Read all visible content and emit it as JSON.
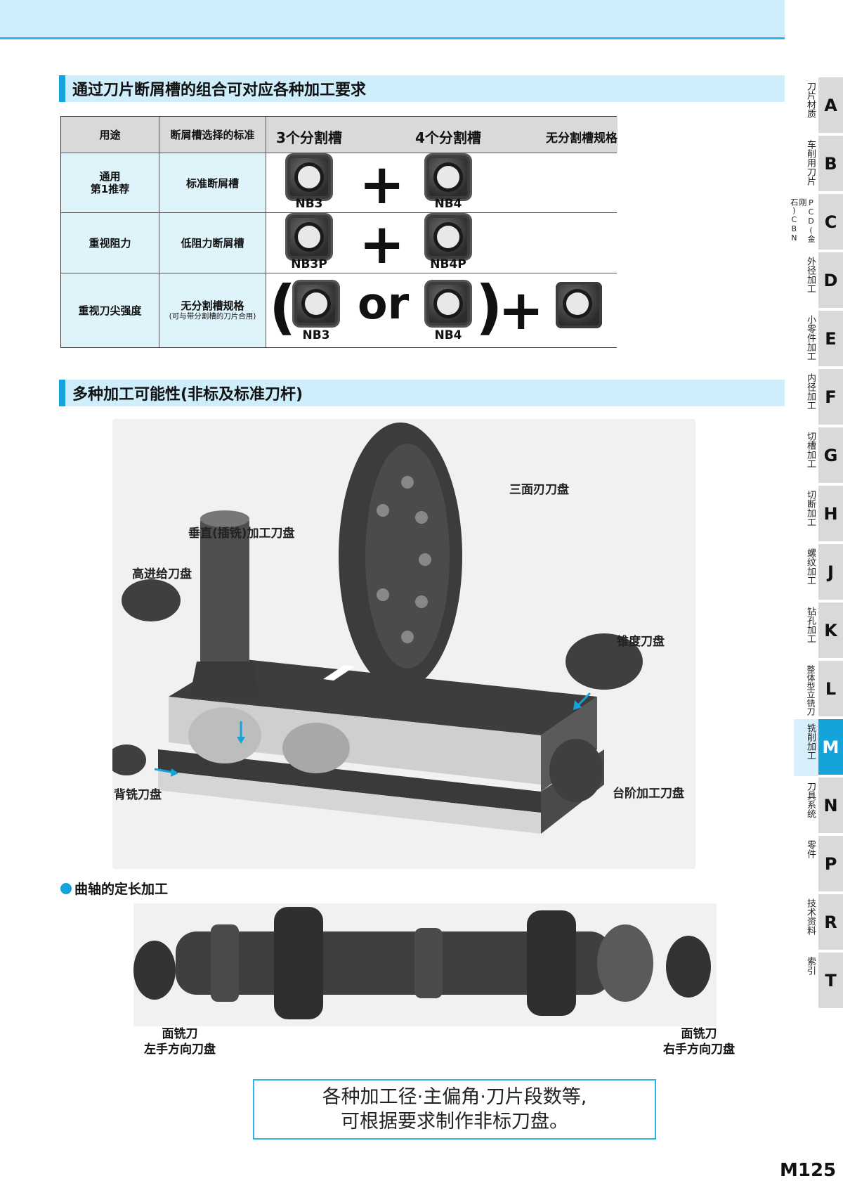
{
  "section1": {
    "title": "通过刀片断屑槽的组合可对应各种加工要求"
  },
  "table": {
    "headers": {
      "use": "用途",
      "criteria": "断屑槽选择的标准",
      "three_split": "3个分割槽",
      "four_split": "4个分割槽",
      "no_split": "无分割槽规格"
    },
    "rows": [
      {
        "use_line1": "通用",
        "use_line2": "第1推荐",
        "criteria": "标准断屑槽",
        "chip_a": "NB3",
        "chip_b": "NB4"
      },
      {
        "use": "重视阻力",
        "criteria": "低阻力断屑槽",
        "chip_a": "NB3P",
        "chip_b": "NB4P"
      },
      {
        "use": "重视刀尖强度",
        "criteria": "无分割槽规格",
        "criteria_note": "(可与带分割槽的刀片合用)",
        "chip_a": "NB3",
        "chip_b": "NB4"
      }
    ],
    "symbols": {
      "plus": "+",
      "or": "or",
      "lparen": "(",
      "rparen": ")"
    }
  },
  "section2": {
    "title": "多种加工可能性(非标及标准刀杆)"
  },
  "callouts": {
    "side_face": "三面刃刀盘",
    "plunge": "垂直(插铣)加工刀盘",
    "high_feed": "高进给刀盘",
    "taper": "锥度刀盘",
    "back": "背铣刀盘",
    "shoulder": "台阶加工刀盘"
  },
  "crankshaft": {
    "title": "曲轴的定长加工",
    "left_line1": "面铣刀",
    "left_line2": "左手方向刀盘",
    "right_line1": "面铣刀",
    "right_line2": "右手方向刀盘"
  },
  "note": {
    "line1": "各种加工径·主偏角·刀片段数等,",
    "line2": "可根据要求制作非标刀盘。"
  },
  "page_number": "M125",
  "side_index": [
    {
      "letter": "A",
      "category": "刀片材质"
    },
    {
      "letter": "B",
      "category": "车削用刀片"
    },
    {
      "letter": "C",
      "category": "PCD(金刚石)CBN"
    },
    {
      "letter": "D",
      "category": "外径加工"
    },
    {
      "letter": "E",
      "category": "小零件加工"
    },
    {
      "letter": "F",
      "category": "内径加工"
    },
    {
      "letter": "G",
      "category": "切槽加工"
    },
    {
      "letter": "H",
      "category": "切断加工"
    },
    {
      "letter": "J",
      "category": "螺纹加工"
    },
    {
      "letter": "K",
      "category": "钻孔加工"
    },
    {
      "letter": "L",
      "category": "整体型立铣刀"
    },
    {
      "letter": "M",
      "category": "铣削加工",
      "active": true
    },
    {
      "letter": "N",
      "category": "刀具系统"
    },
    {
      "letter": "P",
      "category": "零件"
    },
    {
      "letter": "R",
      "category": "技术资料"
    },
    {
      "letter": "T",
      "category": "索引"
    }
  ],
  "colors": {
    "accent": "#14a3db",
    "banner": "#cfeefb",
    "active_tab": "#14a3db",
    "inactive_tab": "#d9d9d9"
  }
}
